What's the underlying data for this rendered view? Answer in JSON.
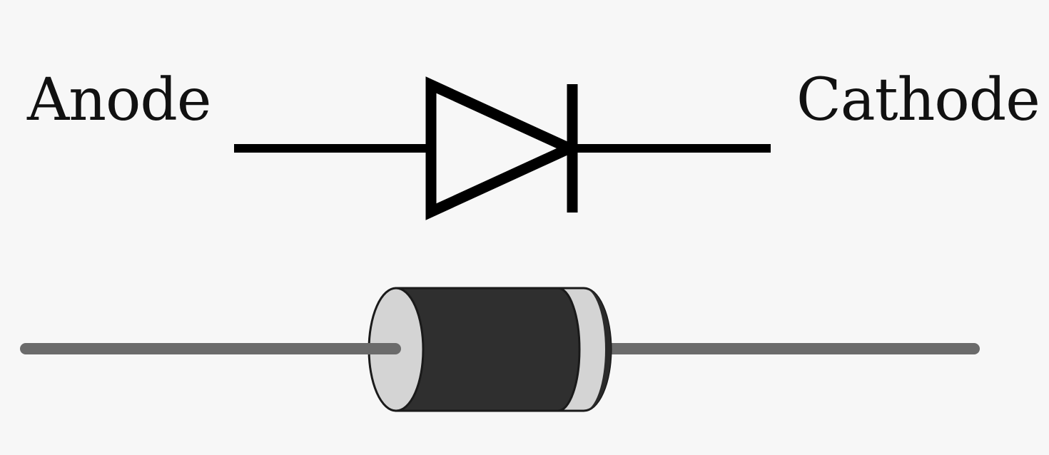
{
  "labels": {
    "anode": "Anode",
    "cathode": "Cathode"
  },
  "colors": {
    "background": "#f7f7f7",
    "symbol_stroke": "#000000",
    "lead_wire": "#6b6b6b",
    "body_dark": "#2f2f2f",
    "body_light": "#d4d4d4",
    "outline": "#1a1a1a"
  },
  "symbols": {
    "schematic": "diode-schematic-symbol",
    "component": "axial-diode-component"
  }
}
